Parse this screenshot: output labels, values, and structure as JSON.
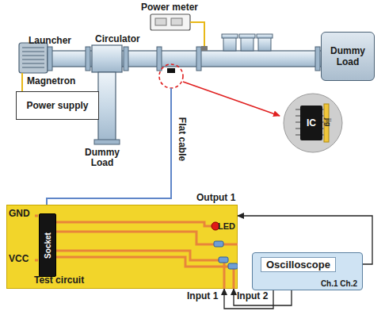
{
  "diagram": {
    "nodes": [
      {
        "text": [
          "Power supply"
        ]
      },
      {
        "text": [
          "Dummy Load"
        ]
      },
      {
        "text": [
          "IC",
          "jig"
        ]
      },
      {
        "text": [
          "Test circuit"
        ]
      },
      {
        "text": [
          "Socket"
        ],
        "in": 3
      },
      {
        "text": [
          "Oscilloscope",
          "Ch.1 Ch.2"
        ]
      }
    ],
    "edges": [
      {
        "from": 5,
        "to": 3,
        "arrow": "to"
      },
      {
        "from": 5,
        "to": 3,
        "arrow": "to"
      },
      {
        "from": 5,
        "to": 3,
        "arrow": "to"
      }
    ],
    "labels": [
      "Power meter",
      "Launcher",
      "Circulator",
      "Magnetron",
      "Dummy Load",
      "Flat cable",
      "Output 1",
      "GND",
      "LED",
      "VCC",
      "Input 1",
      "Input 2"
    ]
  }
}
